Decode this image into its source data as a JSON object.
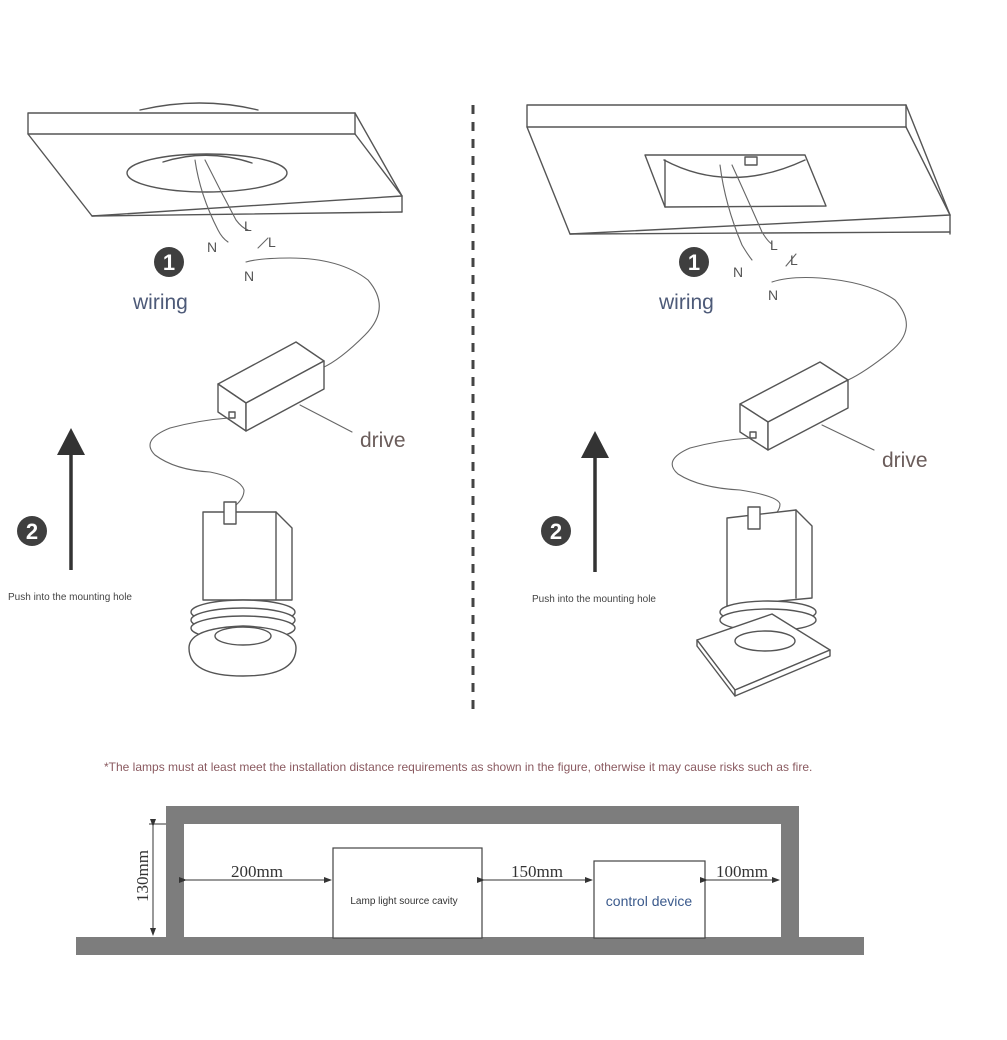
{
  "colors": {
    "step_circle": "#3f3f3f",
    "wiring_text": "#4d5a78",
    "drive_text": "#6b5d5b",
    "warning_text": "#8a5a60",
    "frame_gray": "#7d7d7d",
    "control_text": "#3b5a8c"
  },
  "left_panel": {
    "step1": "1",
    "step1_label": "wiring",
    "step2": "2",
    "push_label": "Push into the mounting hole",
    "drive_label": "drive",
    "wire_labels": [
      "L",
      "N",
      "L",
      "N"
    ]
  },
  "right_panel": {
    "step1": "1",
    "step1_label": "wiring",
    "step2": "2",
    "push_label": "Push into the mounting hole",
    "drive_label": "drive",
    "wire_labels": [
      "L",
      "N",
      "L",
      "N"
    ]
  },
  "warning": "*The lamps must at least meet the installation distance requirements as shown in the figure, otherwise it may cause risks such as fire.",
  "distance_diagram": {
    "height": "130mm",
    "left_gap": "200mm",
    "middle_gap": "150mm",
    "right_gap": "100mm",
    "cavity_label": "Lamp light source cavity",
    "control_label": "control device"
  }
}
